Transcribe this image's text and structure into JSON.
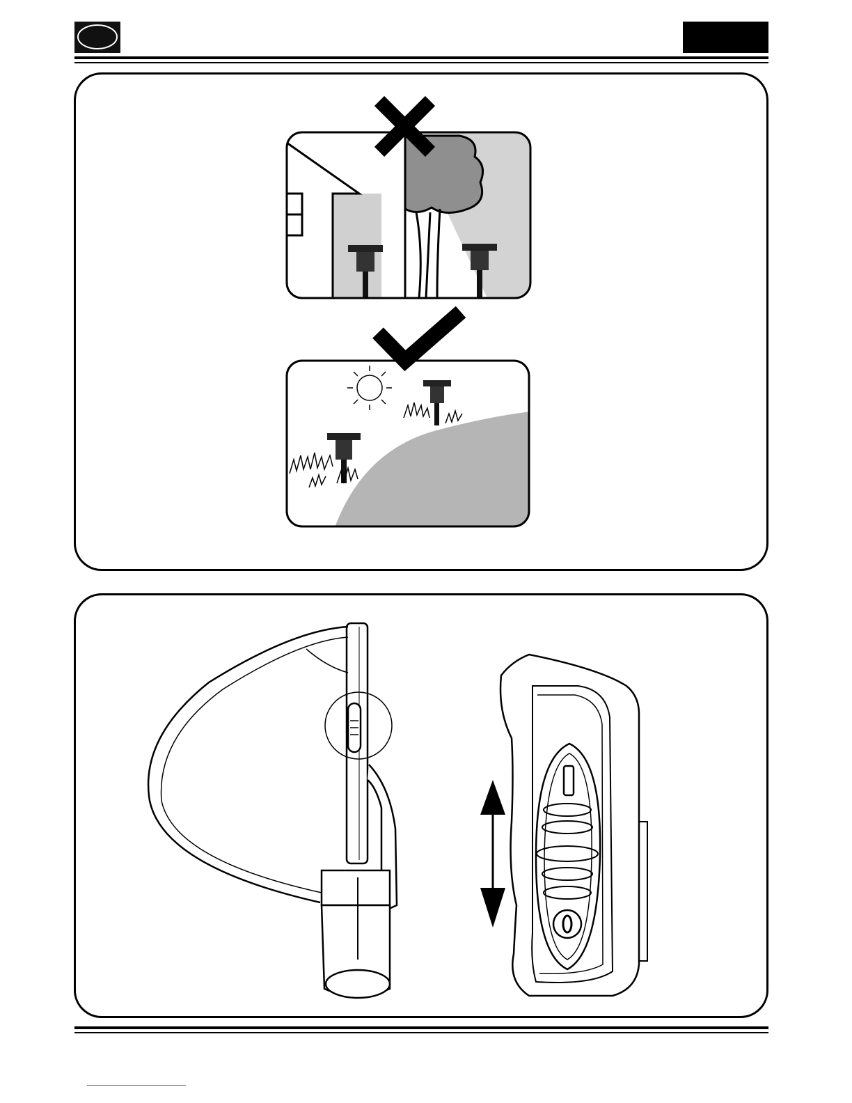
{
  "header": {
    "logo_icon": "oval-badge-icon",
    "page_tag_icon": "black-label-block"
  },
  "figures": {
    "placement": {
      "wrong_example": {
        "mark_icon": "cross-mark-icon",
        "scene": [
          "house-icon",
          "tree-icon",
          "solar-lamp-icon",
          "solar-lamp-icon"
        ]
      },
      "correct_example": {
        "mark_icon": "check-mark-icon",
        "scene": [
          "sun-icon",
          "solar-lamp-icon",
          "solar-lamp-icon",
          "grass-icon",
          "path-icon"
        ]
      }
    },
    "switch_detail": {
      "items": [
        "lamp-side-view",
        "magnify-circle-icon",
        "switch-closeup",
        "up-down-arrow-icon"
      ]
    }
  },
  "colors": {
    "ink": "#000000",
    "shade": "#a9a9a9",
    "light_shade": "#d4d4d4",
    "link": "#4a5fd6"
  }
}
